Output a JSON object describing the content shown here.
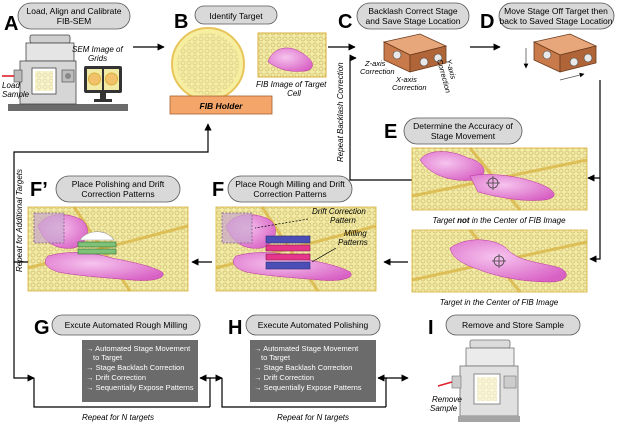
{
  "panels": {
    "A": {
      "letter": "A",
      "title_lines": [
        "Load, Align and Calibrate",
        "FIB-SEM"
      ],
      "sem_label_lines": [
        "SEM Image of",
        "Grids"
      ],
      "load_label_lines": [
        "Load",
        "Sample"
      ]
    },
    "B": {
      "letter": "B",
      "title": "Identify Target",
      "holder": "FIB Holder",
      "fib_label_lines": [
        "FIB Image of Target",
        "Cell"
      ]
    },
    "C": {
      "letter": "C",
      "title_lines": [
        "Backlash Correct Stage",
        "and Save Stage Location"
      ],
      "z_axis_lines": [
        "Z-axis",
        "Correction"
      ],
      "x_axis_lines": [
        "X-axis",
        "Correction"
      ],
      "y_axis_lines": [
        "Y-axis",
        "Correction"
      ]
    },
    "D": {
      "letter": "D",
      "title_lines": [
        "Move Stage Off Target then",
        "back to Saved Stage Location"
      ]
    },
    "E": {
      "letter": "E",
      "title_lines": [
        "Determine the Accuracy of",
        "Stage Movement"
      ],
      "caption_top_pre": "Target ",
      "caption_top_bold": "not",
      "caption_top_post": " in the Center of FIB Image",
      "caption_bottom": "Target in the Center of FIB Image"
    },
    "F": {
      "letter": "F",
      "title_lines": [
        "Place Rough Milling and Drift",
        "Correction Patterns"
      ],
      "drift_lines": [
        "Drift Correction",
        "Pattern"
      ],
      "milling_lines": [
        "Milling",
        "Patterns"
      ]
    },
    "Fp": {
      "letter": "F’",
      "title_lines": [
        "Place Polishing and Drift",
        "Correction Patterns"
      ]
    },
    "G": {
      "letter": "G",
      "title": "Excute Automated Rough Milling",
      "steps": [
        "→ Automated Stage Movement",
        "to Target",
        "→ Stage Backlash Correction",
        "→ Drift Correction",
        "→ Sequentially Expose Patterns"
      ],
      "repeat": "Repeat for N targets"
    },
    "H": {
      "letter": "H",
      "title": "Execute Automated Polishing",
      "steps": [
        "→ Automated Stage Movement",
        "to Target",
        "→ Stage Backlash Correction",
        "→ Drift Correction",
        "→ Sequentially Expose Patterns"
      ],
      "repeat": "Repeat for N targets"
    },
    "I": {
      "letter": "I",
      "title": "Remove and Store Sample",
      "remove_lines": [
        "Remove",
        "Sample"
      ]
    }
  },
  "side_labels": {
    "repeat_backlash": "Repeat Backlash Correction",
    "repeat_targets": "Repeat for Additional Targets"
  },
  "colors": {
    "cell": "#e985d8",
    "cell_dark": "#b8339f",
    "grid_bg": "#f1eba6",
    "grid_line": "#d9b13c",
    "holder": "#f4a66a",
    "stage": "#c97a4a",
    "step_box": "#6b6b6b",
    "pill": "#d9d9d9",
    "drift": "#c9a6cf",
    "polish": "#7ec27a",
    "mill_blue": "#4b4fb5",
    "mill_pink": "#e4368a",
    "sample_red": "#e0202a"
  }
}
